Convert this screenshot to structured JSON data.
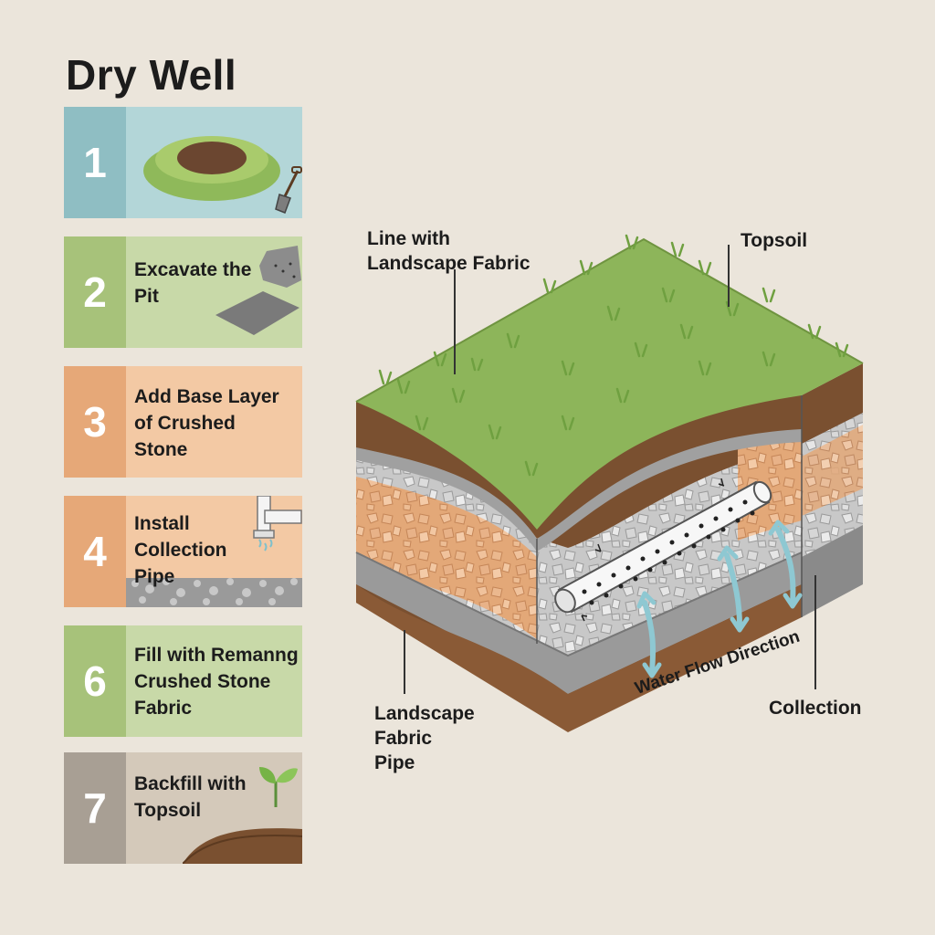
{
  "title": "Dry Well",
  "steps": [
    {
      "number": "1",
      "label": ""
    },
    {
      "number": "2",
      "label": "Excavate the\nPit"
    },
    {
      "number": "3",
      "label": "Add Base Layer\nof Crushed\nStone"
    },
    {
      "number": "4",
      "label": "Install\nCollection\nPipe"
    },
    {
      "number": "6",
      "label": "Fill with Remanng\nCrushed Stone\nFabric"
    },
    {
      "number": "7",
      "label": "Backfill with\nTopsoil"
    }
  ],
  "callouts": {
    "line_with_fabric": "Line with\nLandscape Fabric",
    "topsoil": "Topsoil",
    "landscape_fabric_pipe": "Landscape\nFabric\nPipe",
    "water_flow": "Water Flow Direction",
    "collection": "Collection"
  },
  "colors": {
    "background": "#ebe5db",
    "teal": "#8fbec3",
    "green": "#a7c27a",
    "orange": "#e6a878",
    "gray_brown": "#a89f94",
    "grass": "#8db55a",
    "soil": "#7a5030",
    "stone": "#c4c4c4",
    "water_arrow": "#8ec8d2"
  },
  "icons": [
    "pit-icon",
    "shovel-icon",
    "fabric-icon",
    "pipe-icon",
    "seedling-icon"
  ]
}
